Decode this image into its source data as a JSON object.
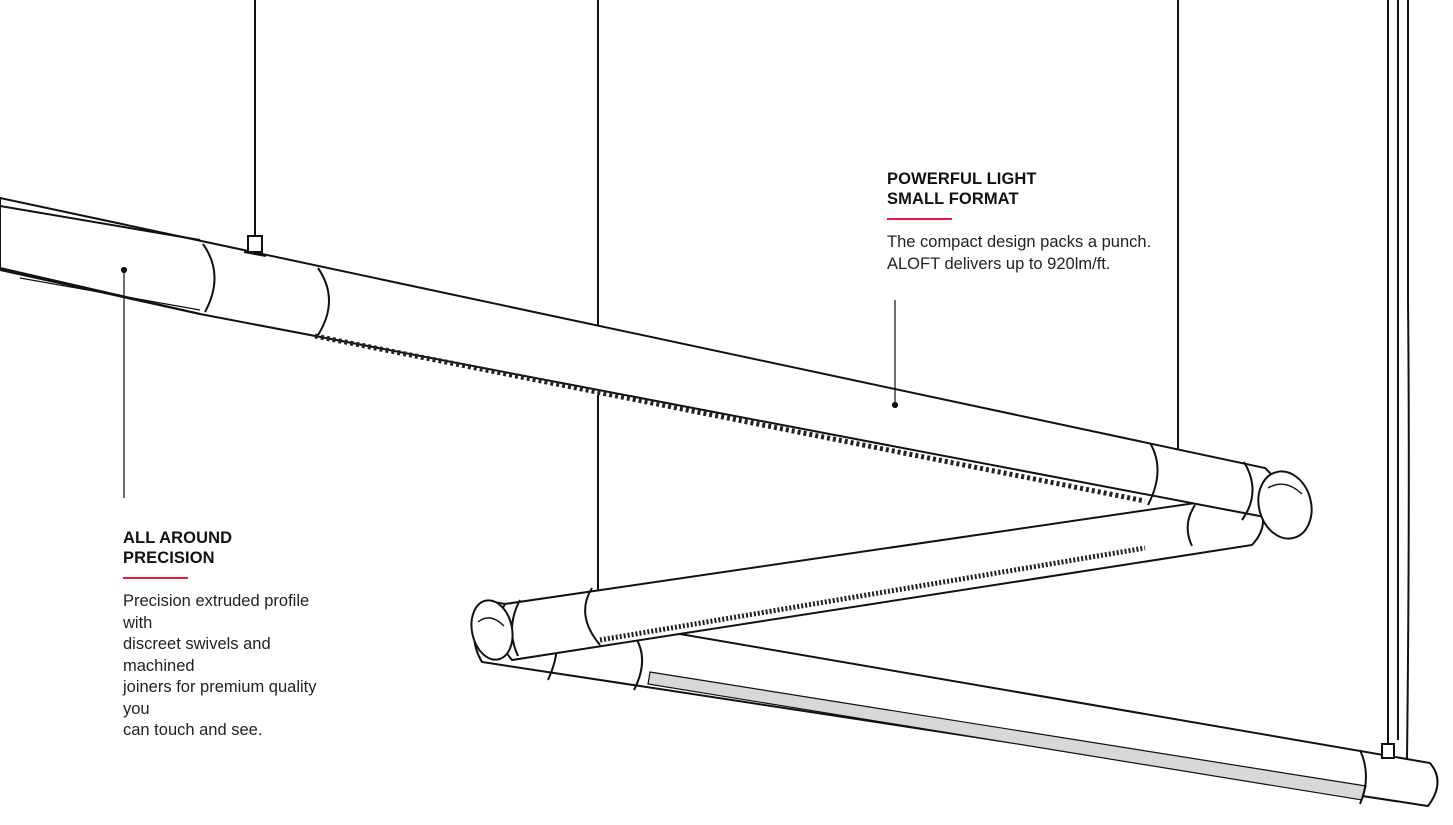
{
  "callouts": {
    "precision": {
      "heading_line1": "ALL AROUND",
      "heading_line2": "PRECISION",
      "body_lines": [
        "Precision extruded profile with",
        "discreet swivels and machined",
        "joiners for premium quality you",
        "can touch and see."
      ]
    },
    "light": {
      "heading_line1": "POWERFUL LIGHT",
      "heading_line2": "SMALL FORMAT",
      "body_lines": [
        "The compact design packs a punch.",
        "ALOFT delivers up to 920lm/ft."
      ]
    }
  },
  "colors": {
    "accent": "#e31b3b",
    "line": "#111111",
    "diffuser": "#d8d8d8"
  },
  "icons": {
    "leader_dot": "dot",
    "mount_cap": "ceiling-canopy"
  }
}
